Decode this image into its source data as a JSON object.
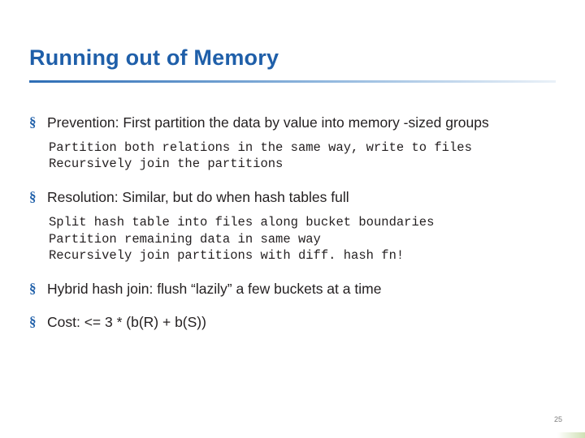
{
  "slide": {
    "title": "Running out of Memory",
    "page_number": "25",
    "bullets": [
      {
        "level": 1,
        "marker": "§",
        "text": "Prevention:  First partition the data by value into memory -sized groups"
      },
      {
        "level": 2,
        "text": "Partition both relations in the same way, write to files"
      },
      {
        "level": 2,
        "text": "Recursively join the partitions"
      },
      {
        "level": 1,
        "marker": "§",
        "text": "Resolution:  Similar, but do when hash tables full"
      },
      {
        "level": 2,
        "text": "Split hash table into files along bucket boundaries"
      },
      {
        "level": 2,
        "text": "Partition remaining data in same way"
      },
      {
        "level": 2,
        "text": "Recursively join partitions with diff. hash fn!"
      },
      {
        "level": 1,
        "marker": "§",
        "text": "Hybrid hash join: flush “lazily” a few buckets at a time"
      },
      {
        "level": 1,
        "marker": "§",
        "text": "Cost: <= 3 * (b(R) + b(S))"
      }
    ]
  }
}
